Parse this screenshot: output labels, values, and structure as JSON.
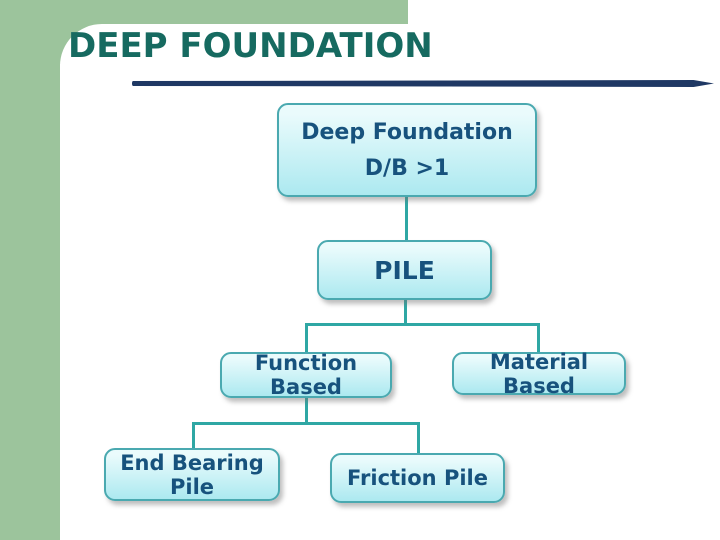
{
  "slide": {
    "title": "DEEP FOUNDATION",
    "colors": {
      "sidebar_green": "#9CC49C",
      "title_teal": "#166A60",
      "underline_navy": "#1F3864",
      "connector_teal": "#2FA7A4",
      "box_border": "#4AA9B0",
      "box_fill_top": "#EAFBFC",
      "box_fill_bottom": "#ACE9F0",
      "box_text": "#17527D"
    }
  },
  "diagram": {
    "type": "flowchart-hierarchy",
    "nodes": [
      {
        "id": "deep-foundation",
        "lines": [
          "Deep Foundation",
          "D/B >1"
        ],
        "parent": null
      },
      {
        "id": "pile",
        "lines": [
          "PILE"
        ],
        "parent": "deep-foundation"
      },
      {
        "id": "function-based",
        "lines": [
          "Function Based"
        ],
        "parent": "pile"
      },
      {
        "id": "material-based",
        "lines": [
          "Material Based"
        ],
        "parent": "pile"
      },
      {
        "id": "end-bearing-pile",
        "lines": [
          "End Bearing Pile"
        ],
        "parent": "function-based"
      },
      {
        "id": "friction-pile",
        "lines": [
          "Friction Pile"
        ],
        "parent": "function-based"
      }
    ]
  }
}
